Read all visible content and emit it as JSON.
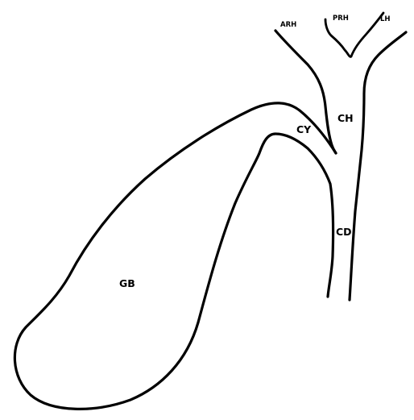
{
  "colors": {
    "background": "#ffffff",
    "stroke": "#000000"
  },
  "labels": {
    "arh": "ARH",
    "prh": "PRH",
    "lh": "LH",
    "ch": "CH",
    "cy": "CY",
    "cd": "CD",
    "gb": "GB"
  }
}
